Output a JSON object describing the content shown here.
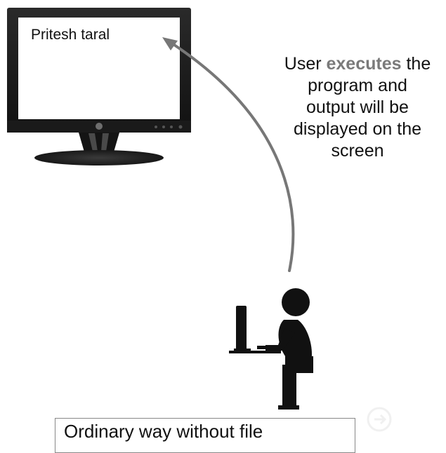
{
  "monitor": {
    "screen_text": "Pritesh taral"
  },
  "explanation": {
    "prefix": "User ",
    "highlight": "executes",
    "suffix": " the",
    "line2": "program and",
    "line3": "output will be",
    "line4": "displayed on the",
    "line5": "screen"
  },
  "caption": {
    "text": "Ordinary way without file"
  },
  "colors": {
    "highlight": "#7a7a7a",
    "arrow": "#777777",
    "figure": "#111111"
  }
}
